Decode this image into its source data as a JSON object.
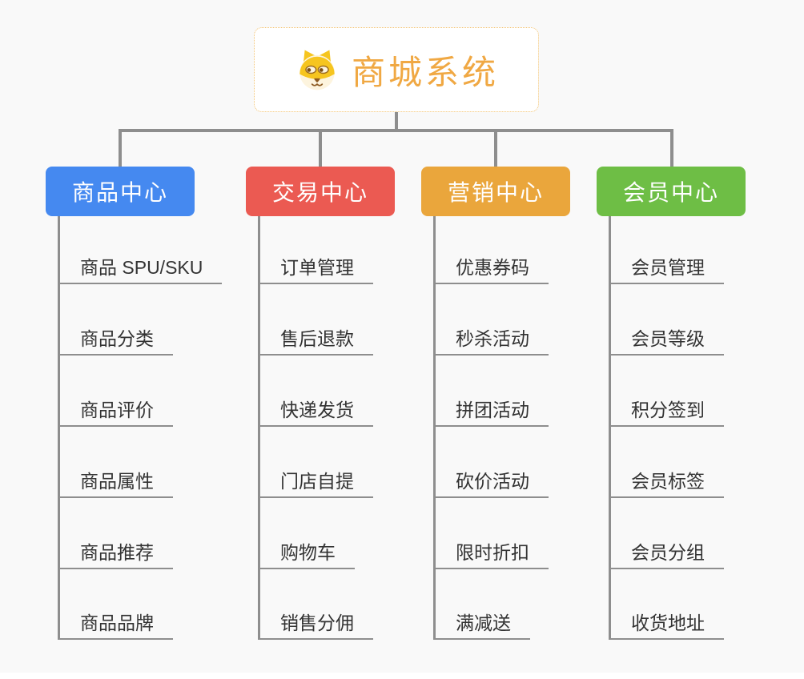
{
  "background_color": "#F9F9F9",
  "connector_color": "#8E8E8E",
  "root": {
    "title": "商城系统",
    "icon": "doge-icon",
    "text_color": "#F0A843",
    "border_color": "#F3C371"
  },
  "branches": [
    {
      "label": "商品中心",
      "color": "#4589F0",
      "items": [
        "商品 SPU/SKU",
        "商品分类",
        "商品评价",
        "商品属性",
        "商品推荐",
        "商品品牌"
      ]
    },
    {
      "label": "交易中心",
      "color": "#EB5A52",
      "items": [
        "订单管理",
        "售后退款",
        "快递发货",
        "门店自提",
        "购物车",
        "销售分佣"
      ]
    },
    {
      "label": "营销中心",
      "color": "#EAA63C",
      "items": [
        "优惠券码",
        "秒杀活动",
        "拼团活动",
        "砍价活动",
        "限时折扣",
        "满减送"
      ]
    },
    {
      "label": "会员中心",
      "color": "#6EBE45",
      "items": [
        "会员管理",
        "会员等级",
        "积分签到",
        "会员标签",
        "会员分组",
        "收货地址"
      ]
    }
  ]
}
